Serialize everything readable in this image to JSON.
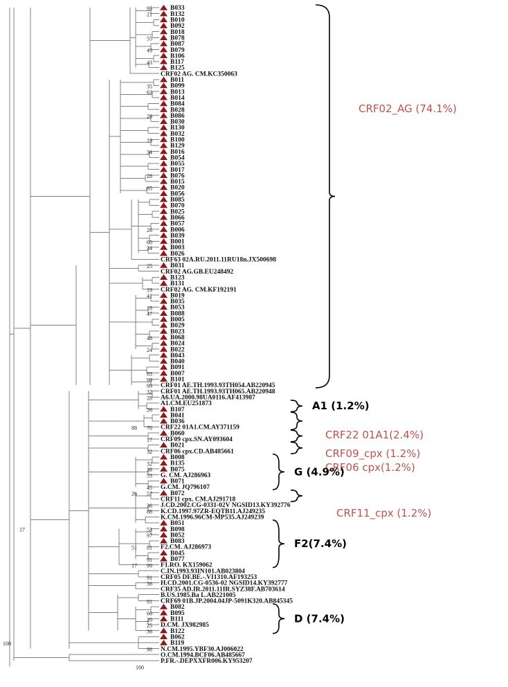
{
  "figure": {
    "type": "phylogenetic-tree",
    "marker_color": "#8b1a1a",
    "tips": [
      "B033",
      "B132",
      "B010",
      "B092",
      "B018",
      "B078",
      "B087",
      "B079",
      "B106",
      "B117",
      "B125",
      "CRF02 AG. CM.KC350063",
      "B011",
      "B099",
      "B013",
      "B014",
      "B084",
      "B028",
      "B086",
      "B030",
      "B130",
      "B032",
      "B100",
      "B129",
      "B016",
      "B054",
      "B055",
      "B017",
      "B076",
      "B015",
      "B020",
      "B056",
      "B085",
      "B070",
      "B025",
      "B066",
      "B057",
      "B006",
      "B039",
      "B001",
      "B003",
      "B026",
      "CRF63 02A.RU.2011.11RU18n.JX500698",
      "B031",
      "CRF02 AG.GB.EU248492",
      "B123",
      "B131",
      "CRF02 AG. CM.KF192191",
      "B019",
      "B035",
      "B053",
      "B088",
      "B005",
      "B029",
      "B023",
      "B068",
      "B024",
      "B022",
      "B043",
      "B040",
      "B091",
      "B007",
      "B101",
      "CRF01 AE.TH.1993.93TH054.AB220945",
      "CRF01 AE.TH.1993.93TH065.AB220948",
      "A6.UA.2000.98UA0116.AF413987",
      "A1.CM.EU251873",
      "B107",
      "B041",
      "B036",
      "CRF22 01A1.CM.AY371159",
      "B060",
      "CRF09 cpx.SN.AY093604",
      "B021",
      "CRF06 cpx.CD.AB485661",
      "B008",
      "B135",
      "B075",
      "G. CM. AJ286963",
      "B071",
      "G.CM. JQ796107",
      "B072",
      "CRF11 cpx. CM.AJ291718",
      "J.CD.2002.CG-0331-02V NGSID13.KY392776",
      "K.CD.1997.97ZR-EQTB11.AJ249235",
      "K.CM.1996.96CM-MP535.AJ249239",
      "B051",
      "B098",
      "B052",
      "B083",
      "F2.CM. AJ286973",
      "B045",
      "B077",
      "F1.RO. KX159062",
      "C.IN.1993.93IN101.AB023804",
      "CRF05 DF.BE.-.VI1310.AF193253",
      "H.CD.2001.CG-0536-02 NGSID14.KY392777",
      "CRF35 AD.IR.2011.11IR.SYZ38F.AB703614",
      "B.US.1985.Ba L.AB221005",
      "CRF69 01B.JP.2004.04JP-5091K320.AB845345",
      "B082",
      "B095",
      "B111",
      "D.CM. JX982985",
      "B122",
      "B062",
      "B119",
      "N.CM.1995.YBF30.AJ006022",
      "O.CM.1994.BCF06.AB485667",
      "P.FR.-.DEPXXFR006.KY953207"
    ],
    "bootstrap": [
      {
        "tip": 0,
        "value": "95"
      },
      {
        "tip": 1,
        "value": "21"
      },
      {
        "tip": 5,
        "value": "55"
      },
      {
        "tip": 7,
        "value": "49"
      },
      {
        "tip": 9,
        "value": "43"
      },
      {
        "tip": 13,
        "value": "35"
      },
      {
        "tip": 14,
        "value": "63"
      },
      {
        "tip": 18,
        "value": "26"
      },
      {
        "tip": 22,
        "value": "19"
      },
      {
        "tip": 24,
        "value": "34"
      },
      {
        "tip": 28,
        "value": "28"
      },
      {
        "tip": 30,
        "value": "65"
      },
      {
        "tip": 37,
        "value": "26"
      },
      {
        "tip": 39,
        "value": "60"
      },
      {
        "tip": 40,
        "value": "34"
      },
      {
        "tip": 43,
        "value": "25"
      },
      {
        "tip": 47,
        "value": "19"
      },
      {
        "tip": 48,
        "value": "41"
      },
      {
        "tip": 50,
        "value": "18"
      },
      {
        "tip": 51,
        "value": "47"
      },
      {
        "tip": 55,
        "value": "48"
      },
      {
        "tip": 57,
        "value": "24"
      },
      {
        "tip": 61,
        "value": "83"
      },
      {
        "tip": 62,
        "value": "99"
      },
      {
        "tip": 63,
        "value": "99"
      },
      {
        "tip": 64,
        "value": "32"
      },
      {
        "tip": 65,
        "value": "28"
      },
      {
        "tip": 67,
        "value": "26"
      },
      {
        "tip": 70,
        "value": "70"
      },
      {
        "tip": 70,
        "value": "88"
      },
      {
        "tip": 72,
        "value": "17"
      },
      {
        "tip": 74,
        "value": "32"
      },
      {
        "tip": 76,
        "value": "32"
      },
      {
        "tip": 77,
        "value": "38"
      },
      {
        "tip": 78,
        "value": "53"
      },
      {
        "tip": 80,
        "value": "45"
      },
      {
        "tip": 81,
        "value": "57"
      },
      {
        "tip": 81,
        "value": "26"
      },
      {
        "tip": 83,
        "value": "36"
      },
      {
        "tip": 84,
        "value": "88"
      },
      {
        "tip": 87,
        "value": "53"
      },
      {
        "tip": 88,
        "value": "97"
      },
      {
        "tip": 90,
        "value": "81"
      },
      {
        "tip": 90,
        "value": "51"
      },
      {
        "tip": 92,
        "value": "91"
      },
      {
        "tip": 93,
        "value": "99"
      },
      {
        "tip": 93,
        "value": "17"
      },
      {
        "tip": 95,
        "value": "91"
      },
      {
        "tip": 96,
        "value": "36"
      },
      {
        "tip": 99,
        "value": "91"
      },
      {
        "tip": 101,
        "value": "66"
      },
      {
        "tip": 102,
        "value": "20"
      },
      {
        "tip": 103,
        "value": "25"
      },
      {
        "tip": 104,
        "value": "36"
      },
      {
        "tip": 107,
        "value": "98"
      },
      {
        "tip": 87,
        "value": "17"
      },
      {
        "tip": 106,
        "value": "100"
      },
      {
        "tip": 110,
        "value": "100"
      }
    ],
    "groups": [
      {
        "label": "CRF02_AG (74.1%)",
        "color": "#c0504d",
        "from": 0,
        "to": 63
      },
      {
        "label": "A1 (1.2%)",
        "color": "#000000",
        "from": 66,
        "to": 67
      },
      {
        "label": "CRF22 01A1(2.4%)",
        "color": "#c0504d",
        "from": 68,
        "to": 70
      },
      {
        "label": "CRF09_cpx (1.2%)",
        "color": "#c0504d",
        "from": 71,
        "to": 72
      },
      {
        "label": "CRF06 cpx(1.2%)",
        "color": "#c0504d",
        "from": 73,
        "to": 74
      },
      {
        "label": "G (4.9%)",
        "color": "#000000",
        "from": 75,
        "to": 80
      },
      {
        "label": "CRF11_cpx (1.2%)",
        "color": "#c0504d",
        "from": 81,
        "to": 82
      },
      {
        "label": "F2(7.4%)",
        "color": "#000000",
        "from": 86,
        "to": 93
      },
      {
        "label": "D (7.4%)",
        "color": "#000000",
        "from": 100,
        "to": 104
      }
    ]
  }
}
